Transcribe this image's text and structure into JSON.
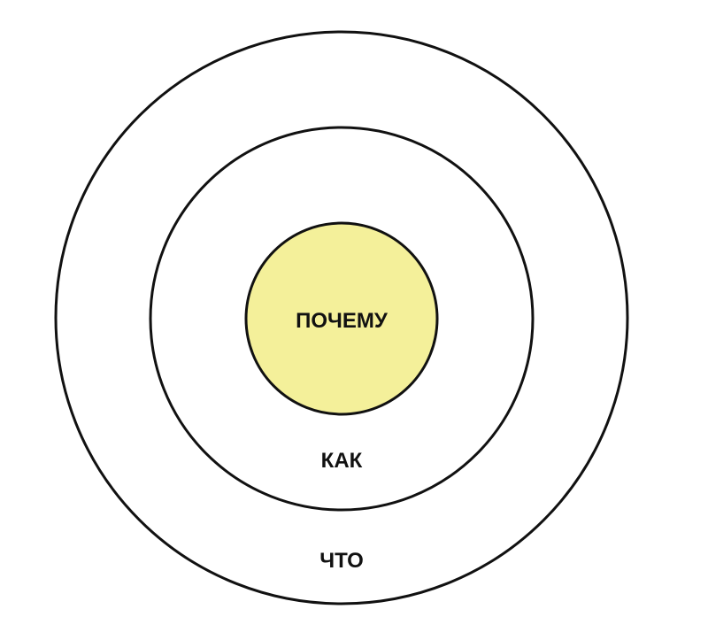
{
  "diagram": {
    "title": "",
    "colors": {
      "core_fill": "#f4f09a",
      "ring_fill": "#ffffff",
      "stroke": "#111111",
      "text": "#111111"
    },
    "rings": {
      "inner": {
        "label": "ПОЧЕМУ"
      },
      "middle": {
        "label": "КАК"
      },
      "outer": {
        "label": "ЧТО"
      }
    }
  }
}
